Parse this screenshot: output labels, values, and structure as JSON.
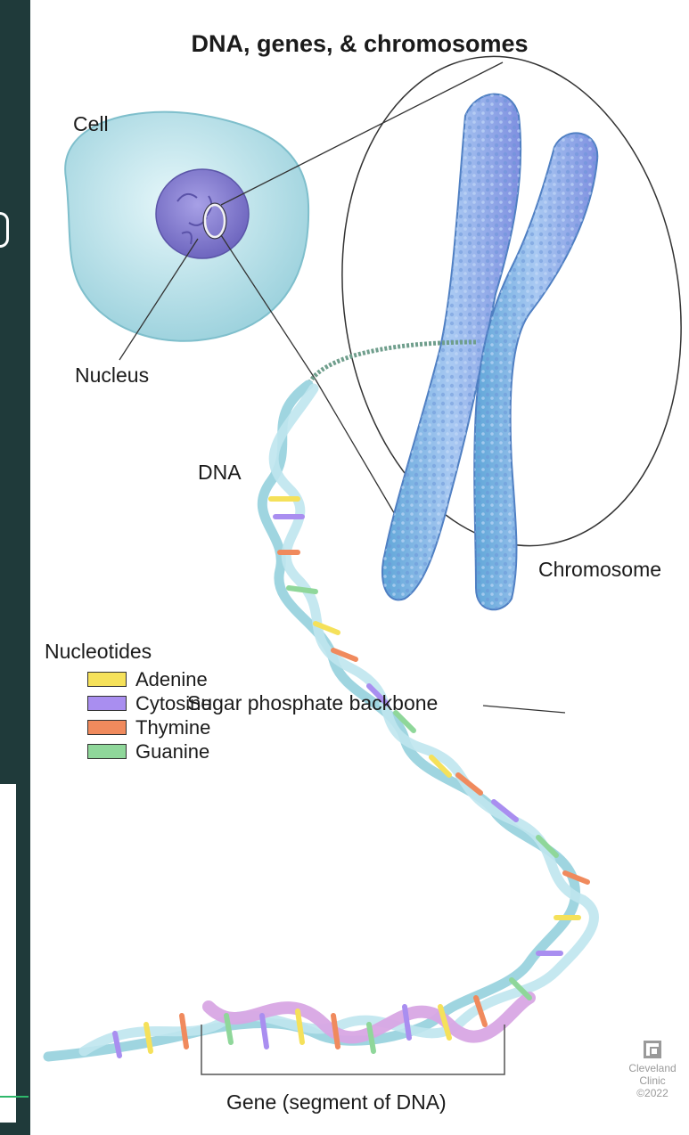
{
  "title": "DNA, genes, & chromosomes",
  "labels": {
    "cell": "Cell",
    "nucleus": "Nucleus",
    "dna": "DNA",
    "chromosome": "Chromosome",
    "sugar_backbone": "Sugar phosphate backbone",
    "gene": "Gene (segment of DNA)"
  },
  "legend": {
    "title": "Nucleotides",
    "items": [
      {
        "label": "Adenine",
        "color": "#f5e15a"
      },
      {
        "label": "Cytosine",
        "color": "#a98ef0"
      },
      {
        "label": "Thymine",
        "color": "#f08a5d"
      },
      {
        "label": "Guanine",
        "color": "#8fd79a"
      }
    ]
  },
  "logo": {
    "line1": "Cleveland",
    "line2": "Clinic",
    "line3": "©2022"
  },
  "colors": {
    "background_panel": "#1f3a3a",
    "cell": "#bfe6ee",
    "nucleus": "#8e86d6",
    "chromosome": "#8ab6ea",
    "backbone": "#b8e1e8",
    "gene_backbone": "#d9a9e3"
  }
}
